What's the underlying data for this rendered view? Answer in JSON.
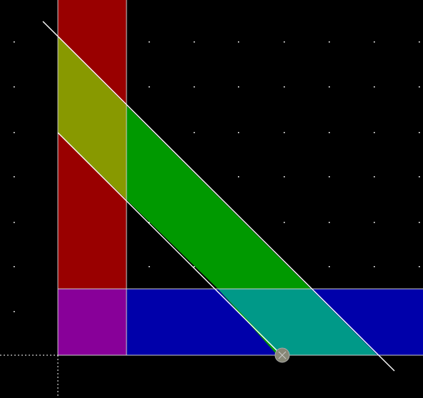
{
  "canvas": {
    "background": "#000000",
    "grid_dot_color": "#ffffff"
  },
  "layers": [
    {
      "name": "vertical-bar",
      "color": "#990000"
    },
    {
      "name": "horizontal-bar",
      "color": "#0000aa"
    },
    {
      "name": "diagonal-band",
      "color": "#009900"
    },
    {
      "name": "overlap-vertical-diagonal",
      "color": "#889900"
    },
    {
      "name": "overlap-horizontal-diagonal",
      "color": "#009988"
    },
    {
      "name": "overlap-vertical-horizontal",
      "color": "#880099"
    }
  ],
  "outline_color": "#cccccc",
  "guide_line_color": "#ffffff",
  "origin_crosshair_color": "#ffffff",
  "handle": {
    "icon": "snap-handle-icon",
    "fill": "#888877",
    "stroke": "#aaaaaa"
  }
}
